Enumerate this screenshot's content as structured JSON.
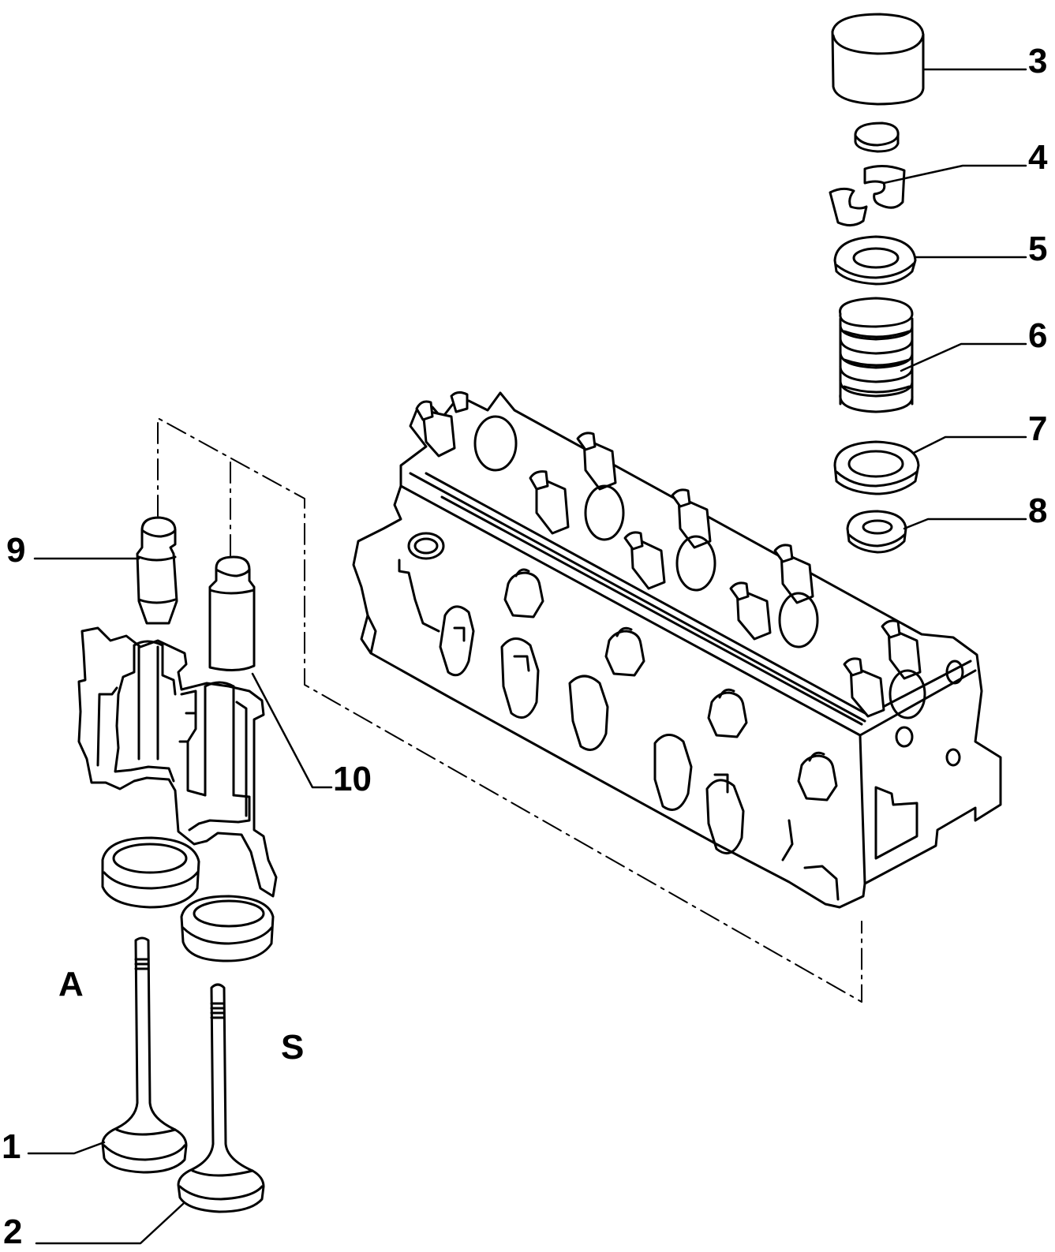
{
  "callouts": {
    "c1": "1",
    "c2": "2",
    "c3": "3",
    "c4": "4",
    "c5": "5",
    "c6": "6",
    "c7": "7",
    "c8": "8",
    "c9": "9",
    "c10": "10"
  },
  "markers": {
    "intake": "A",
    "exhaust": "S"
  },
  "colors": {
    "line": "#000000",
    "fill": "#ffffff"
  }
}
